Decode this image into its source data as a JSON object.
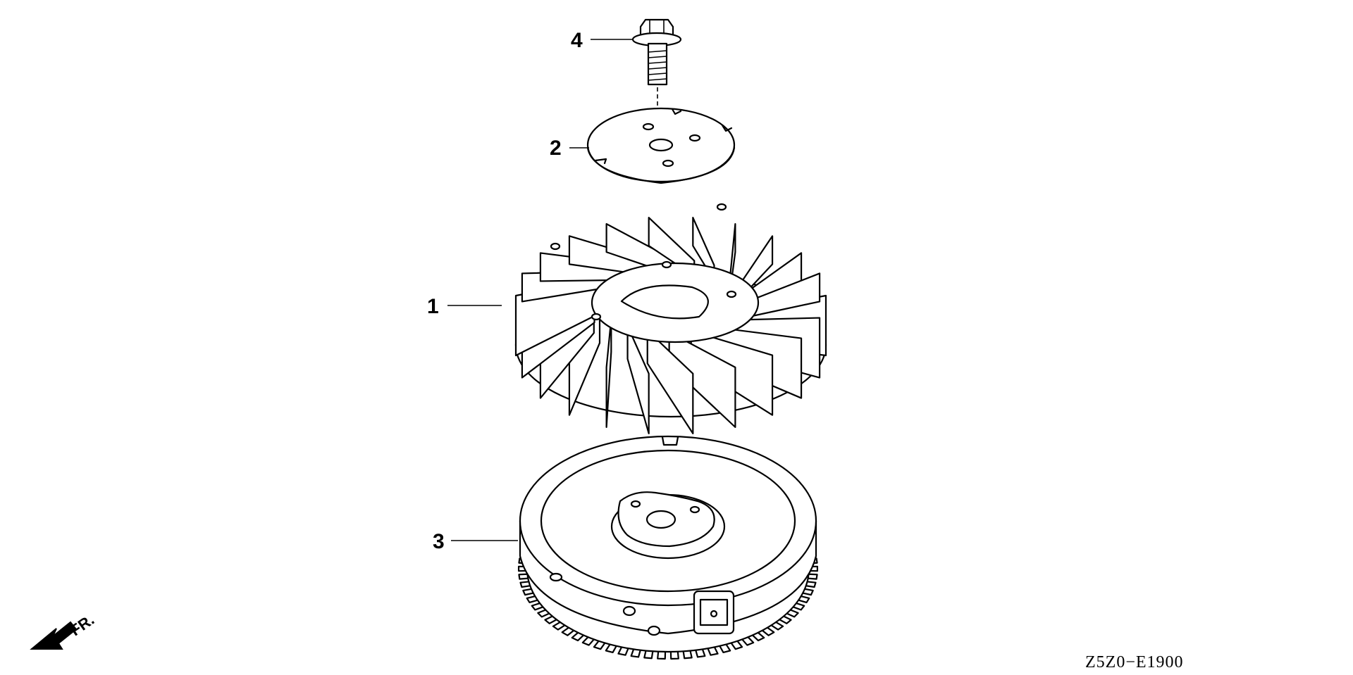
{
  "diagram": {
    "callouts": [
      {
        "number": "1",
        "part": "cooling-fan"
      },
      {
        "number": "2",
        "part": "fan-plate"
      },
      {
        "number": "3",
        "part": "flywheel"
      },
      {
        "number": "4",
        "part": "flange-bolt"
      }
    ],
    "direction_label": "FR.",
    "diagram_code": "Z5Z0−E1900"
  }
}
